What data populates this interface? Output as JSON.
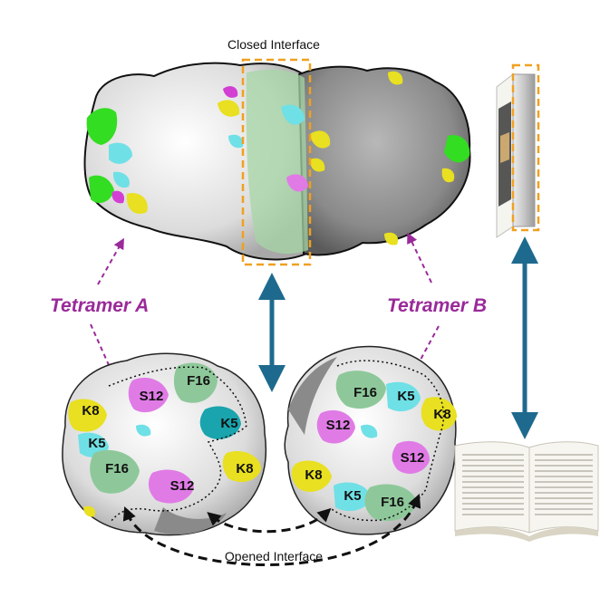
{
  "labels": {
    "closed_interface": "Closed Interface",
    "opened_interface": "Opened Interface",
    "tetramer_a": "Tetramer A",
    "tetramer_b": "Tetramer B"
  },
  "residues_a": {
    "k8_top": "K8",
    "s12_top": "S12",
    "f16_top": "F16",
    "k5_right": "K5",
    "k5_left": "K5",
    "f16_mid": "F16",
    "k8_right": "K8",
    "s12_bottom": "S12"
  },
  "residues_b": {
    "f16_top": "F16",
    "k5_top": "K5",
    "k8_right": "K8",
    "s12_left": "S12",
    "s12_right": "S12",
    "k8_left": "K8",
    "k5_bottom": "K5",
    "f16_bottom": "F16"
  },
  "colors": {
    "yellow_k8": "#e8e020",
    "cyan_k5": "#6fe0e6",
    "teal_k5": "#1aa4ad",
    "magenta_s12": "#e07be6",
    "green_f16": "#8ec89a",
    "bright_green": "#33dd22",
    "surface_light": "#e6e6e6",
    "surface_dark": "#8f8f8f",
    "purple_label": "#9a2a9a",
    "blue_arrow": "#1e6a8e",
    "orange_box": "#f0a020"
  }
}
